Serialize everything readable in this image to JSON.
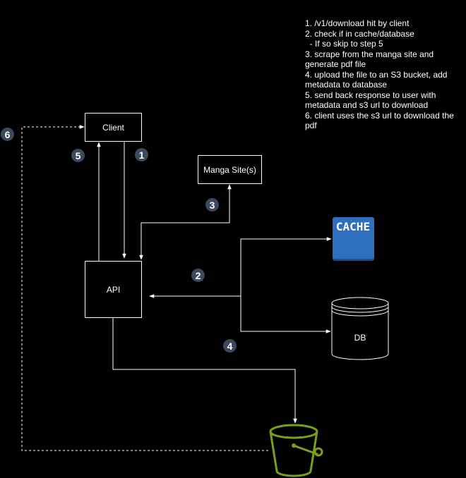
{
  "steps": [
    "1. /v1/download hit by client",
    "2. check if in cache/database",
    "  - If so skip to step 5",
    "3. scrape from the manga site and generate pdf file",
    "4. upload the file to an S3 bucket, add metadata to database",
    "5. send back response to user with metadata and s3 url to download",
    "6. client uses the s3 url to download the pdf"
  ],
  "nodes": {
    "client": "Client",
    "manga": "Manga Site(s)",
    "api": "API",
    "cache": "CACHE",
    "db": "DB"
  },
  "badges": [
    "1",
    "2",
    "3",
    "4",
    "5",
    "6"
  ],
  "colors": {
    "background": "#000000",
    "line": "#ffffff",
    "badge": "#3a4a5c",
    "cache": "#2f6fbf",
    "bucket": "#7aa116"
  }
}
